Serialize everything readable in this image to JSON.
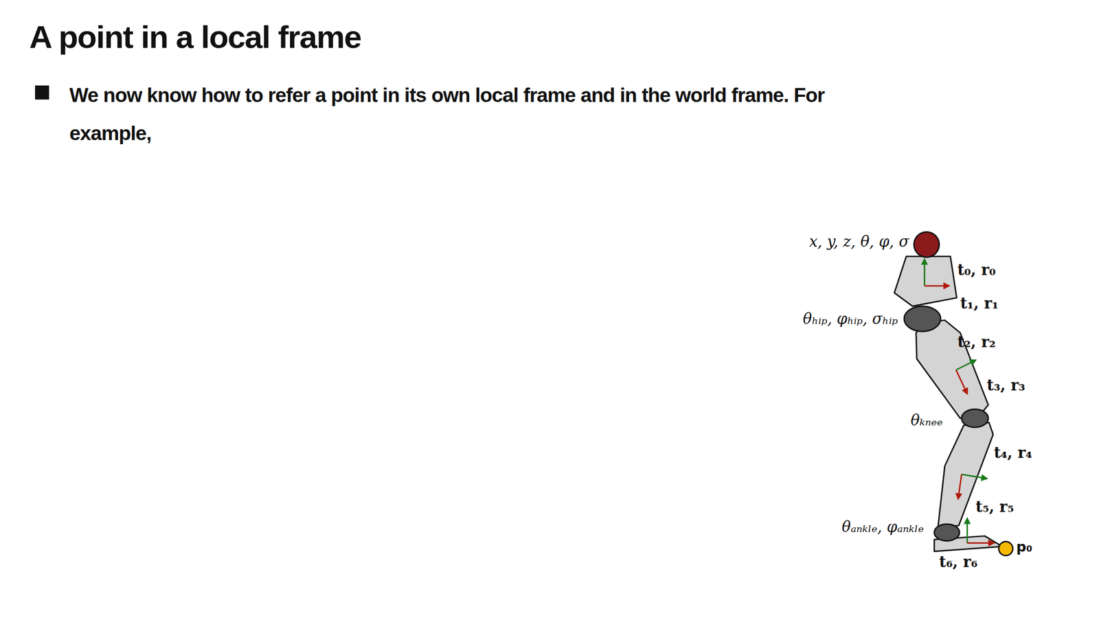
{
  "diagram": {
    "title": "A point in a local frame",
    "labels": [
      "We now know how to refer a point in its own local frame and in the world frame. For example,",
      "x, y, z, θ, φ, σ",
      "t₀, r₀",
      "t₁, r₁",
      "θₕᵢₚ, φₕᵢₚ, σₕᵢₚ",
      "t₂, r₂",
      "t₃, r₃",
      "θₖₙₑₑ",
      "t₄, r₄",
      "t₅, r₅",
      "θₐₙₖₗₑ, φₐₙₖₗₑ",
      "t₆, r₆",
      "p₀"
    ]
  }
}
